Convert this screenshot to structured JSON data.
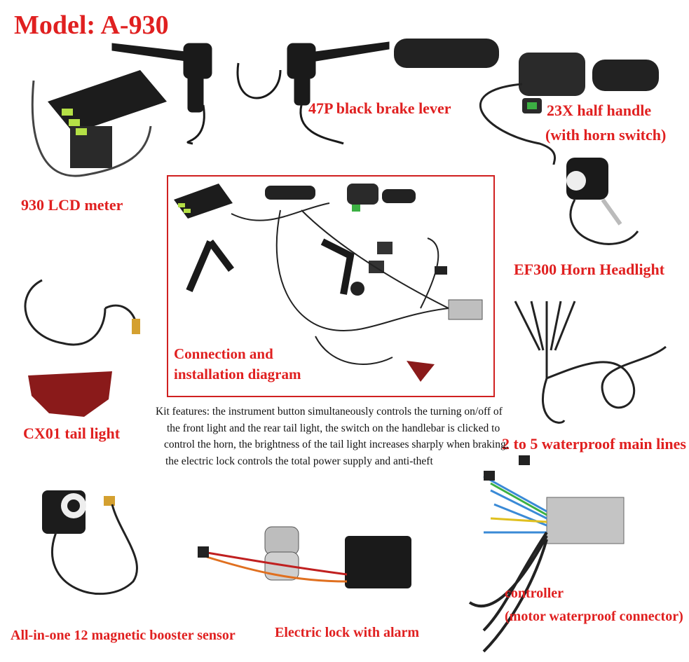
{
  "title": "Model: A-930",
  "labels": {
    "brake_lever": "47P black brake lever",
    "half_handle_line1": "23X half handle",
    "half_handle_line2": "(with horn switch)",
    "lcd_meter": "930 LCD meter",
    "headlight": "EF300 Horn Headlight",
    "diagram_line1": "Connection and",
    "diagram_line2": "installation diagram",
    "tail_light": "CX01 tail light",
    "main_lines": "2 to 5 waterproof main lines",
    "booster_sensor": "All-in-one 12 magnetic booster sensor",
    "electric_lock": "Electric lock with alarm",
    "controller_line1": "controller",
    "controller_line2": "(motor waterproof connector)"
  },
  "features": [
    "Kit features: the instrument button simultaneously controls the turning on/off of",
    "the front light and the rear tail light, the switch on the handlebar is clicked to",
    "control the horn, the brightness of the tail light increases sharply when braking,",
    "the electric lock controls the total power supply and anti-theft"
  ],
  "colors": {
    "label_red": "#e02020",
    "frame_red": "#d02020"
  }
}
